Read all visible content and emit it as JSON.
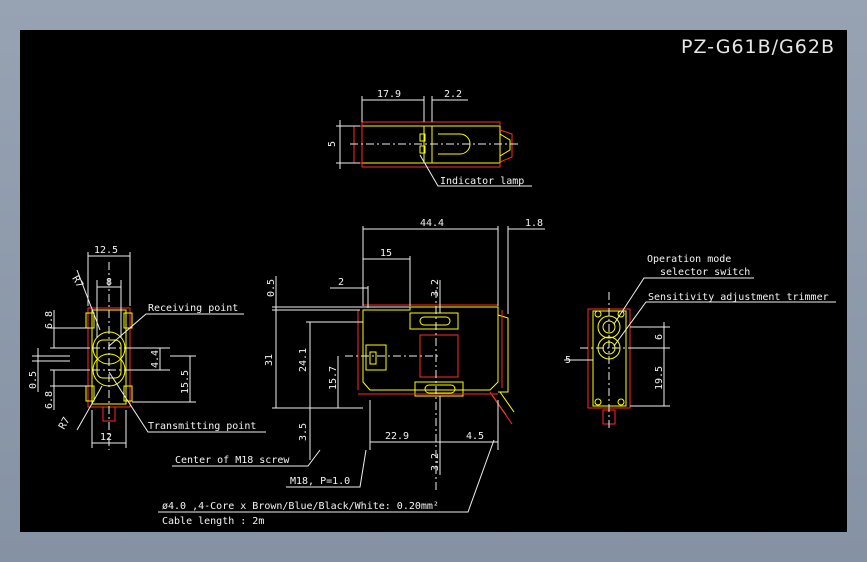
{
  "drawing": {
    "title": "PZ-G61B/G62B",
    "colors": {
      "background": "#000000",
      "outline": "#ffff00",
      "hidden_lines": "#ff2a2a",
      "text": "#f4f4f4"
    },
    "top_view": {
      "dims": {
        "width_a": "17.9",
        "width_b": "2.2",
        "height": "5"
      },
      "callouts": {
        "indicator": "Indicator lamp"
      }
    },
    "side_view": {
      "dims": {
        "overall_length": "44.4",
        "front_offset": "1.8",
        "to_slot": "15",
        "small": "2",
        "top_step": "0.5",
        "slot_height": "3.2",
        "overall_height": "31",
        "lens_block": "24.1",
        "axis_height": "15.7",
        "bottom_offset": "3.5",
        "bottom_width": "22.9",
        "rear_offset": "4.5",
        "bottom_slot": "3.2"
      },
      "callouts": {
        "m18_center": "Center of M18 screw",
        "thread": "M18, P=1.0",
        "cable_line1": "ø4.0 ,4-Core x Brown/Blue/Black/White: 0.20mm²",
        "cable_line2": "Cable length : 2m"
      }
    },
    "front_view": {
      "dims": {
        "width": "12.5",
        "radius_top": "R7",
        "lens_width": "8",
        "lens_offset_top": "6.8",
        "lens_height": "4.4",
        "height_15_5": "15.5",
        "gap": "0.5",
        "lens_offset_bottom": "6.8",
        "radius_bottom": "R7",
        "bottom_width": "12"
      },
      "callouts": {
        "receiving": "Receiving point",
        "transmitting": "Transmitting point"
      }
    },
    "rear_view": {
      "dims": {
        "left_gap": "5",
        "height_6": "6",
        "height_19_5": "19.5"
      },
      "callouts": {
        "mode_line1": "Operation mode",
        "mode_line2": "selector switch",
        "sensitivity": "Sensitivity adjustment trimmer"
      }
    }
  }
}
